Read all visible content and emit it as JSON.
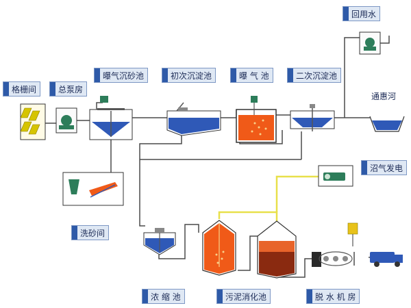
{
  "labels": {
    "grille": "格栅间",
    "pump": "总泵房",
    "aerated_grit": "曝气沉砂池",
    "primary_clarifier": "初次沉淀池",
    "aeration_tank": "曝 气 池",
    "secondary_clarifier": "二次沉淀池",
    "reuse_water": "回用水",
    "river": "通惠河",
    "sand_wash": "洗砂间",
    "biogas_power": "沼气发电",
    "thickener": "浓 缩 池",
    "digester": "污泥消化池",
    "dewatering": "脱 水 机 房"
  },
  "colors": {
    "pipe": "#4a4a4a",
    "gas_pipe": "#e8e04a",
    "water": "#2f59b7",
    "sludge": "#f05a18",
    "sludge_dark": "#8a2a10",
    "label_bar": "#2e5aa8",
    "pump_green": "#2d7d5a"
  }
}
